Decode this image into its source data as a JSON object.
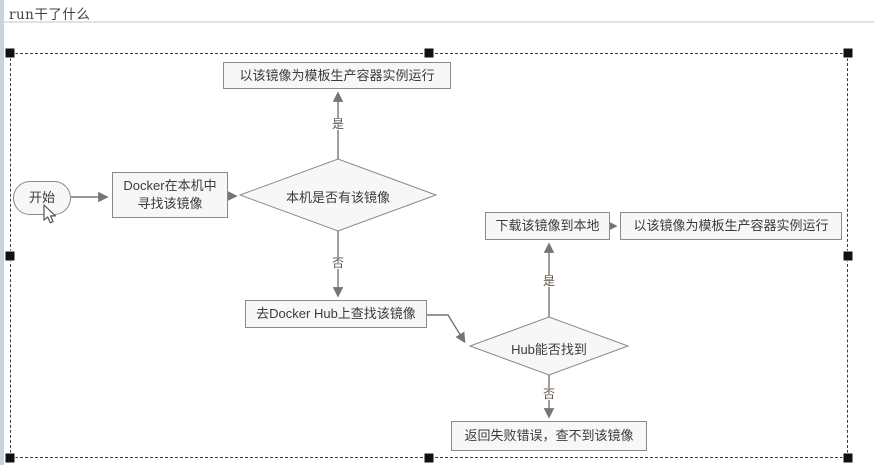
{
  "editor": {
    "title": "run干了什么"
  },
  "flowchart": {
    "nodes": {
      "start": {
        "label": "开始"
      },
      "docker_find": {
        "lines": [
          "Docker在本机中",
          "寻找该镜像"
        ]
      },
      "local_check": {
        "label": "本机是否有该镜像"
      },
      "run_top": {
        "label": "以该镜像为模板生产容器实例运行"
      },
      "hub_search": {
        "label": "去Docker Hub上查找该镜像"
      },
      "hub_check": {
        "label": "Hub能否找到"
      },
      "download": {
        "label": "下载该镜像到本地"
      },
      "run_right": {
        "label": "以该镜像为模板生产容器实例运行"
      },
      "fail": {
        "label": "返回失败错误，查不到该镜像"
      }
    },
    "edges": [
      {
        "from": "start",
        "to": "docker_find",
        "label": ""
      },
      {
        "from": "docker_find",
        "to": "local_check",
        "label": ""
      },
      {
        "from": "local_check",
        "to": "run_top",
        "label": "是"
      },
      {
        "from": "local_check",
        "to": "hub_search",
        "label": "否"
      },
      {
        "from": "hub_search",
        "to": "hub_check",
        "label": ""
      },
      {
        "from": "hub_check",
        "to": "download",
        "label": "是"
      },
      {
        "from": "download",
        "to": "run_right",
        "label": ""
      },
      {
        "from": "hub_check",
        "to": "fail",
        "label": "否"
      }
    ],
    "colors": {
      "node_fill": "#f7f7f7",
      "node_border": "#8a8a8a",
      "connector": "#757575",
      "edge_label": "#5d5244",
      "selection_handle": "#111111",
      "left_gutter": "#c9d3dc"
    }
  },
  "icons": {
    "mouse_cursor": "arrow-pointer"
  }
}
